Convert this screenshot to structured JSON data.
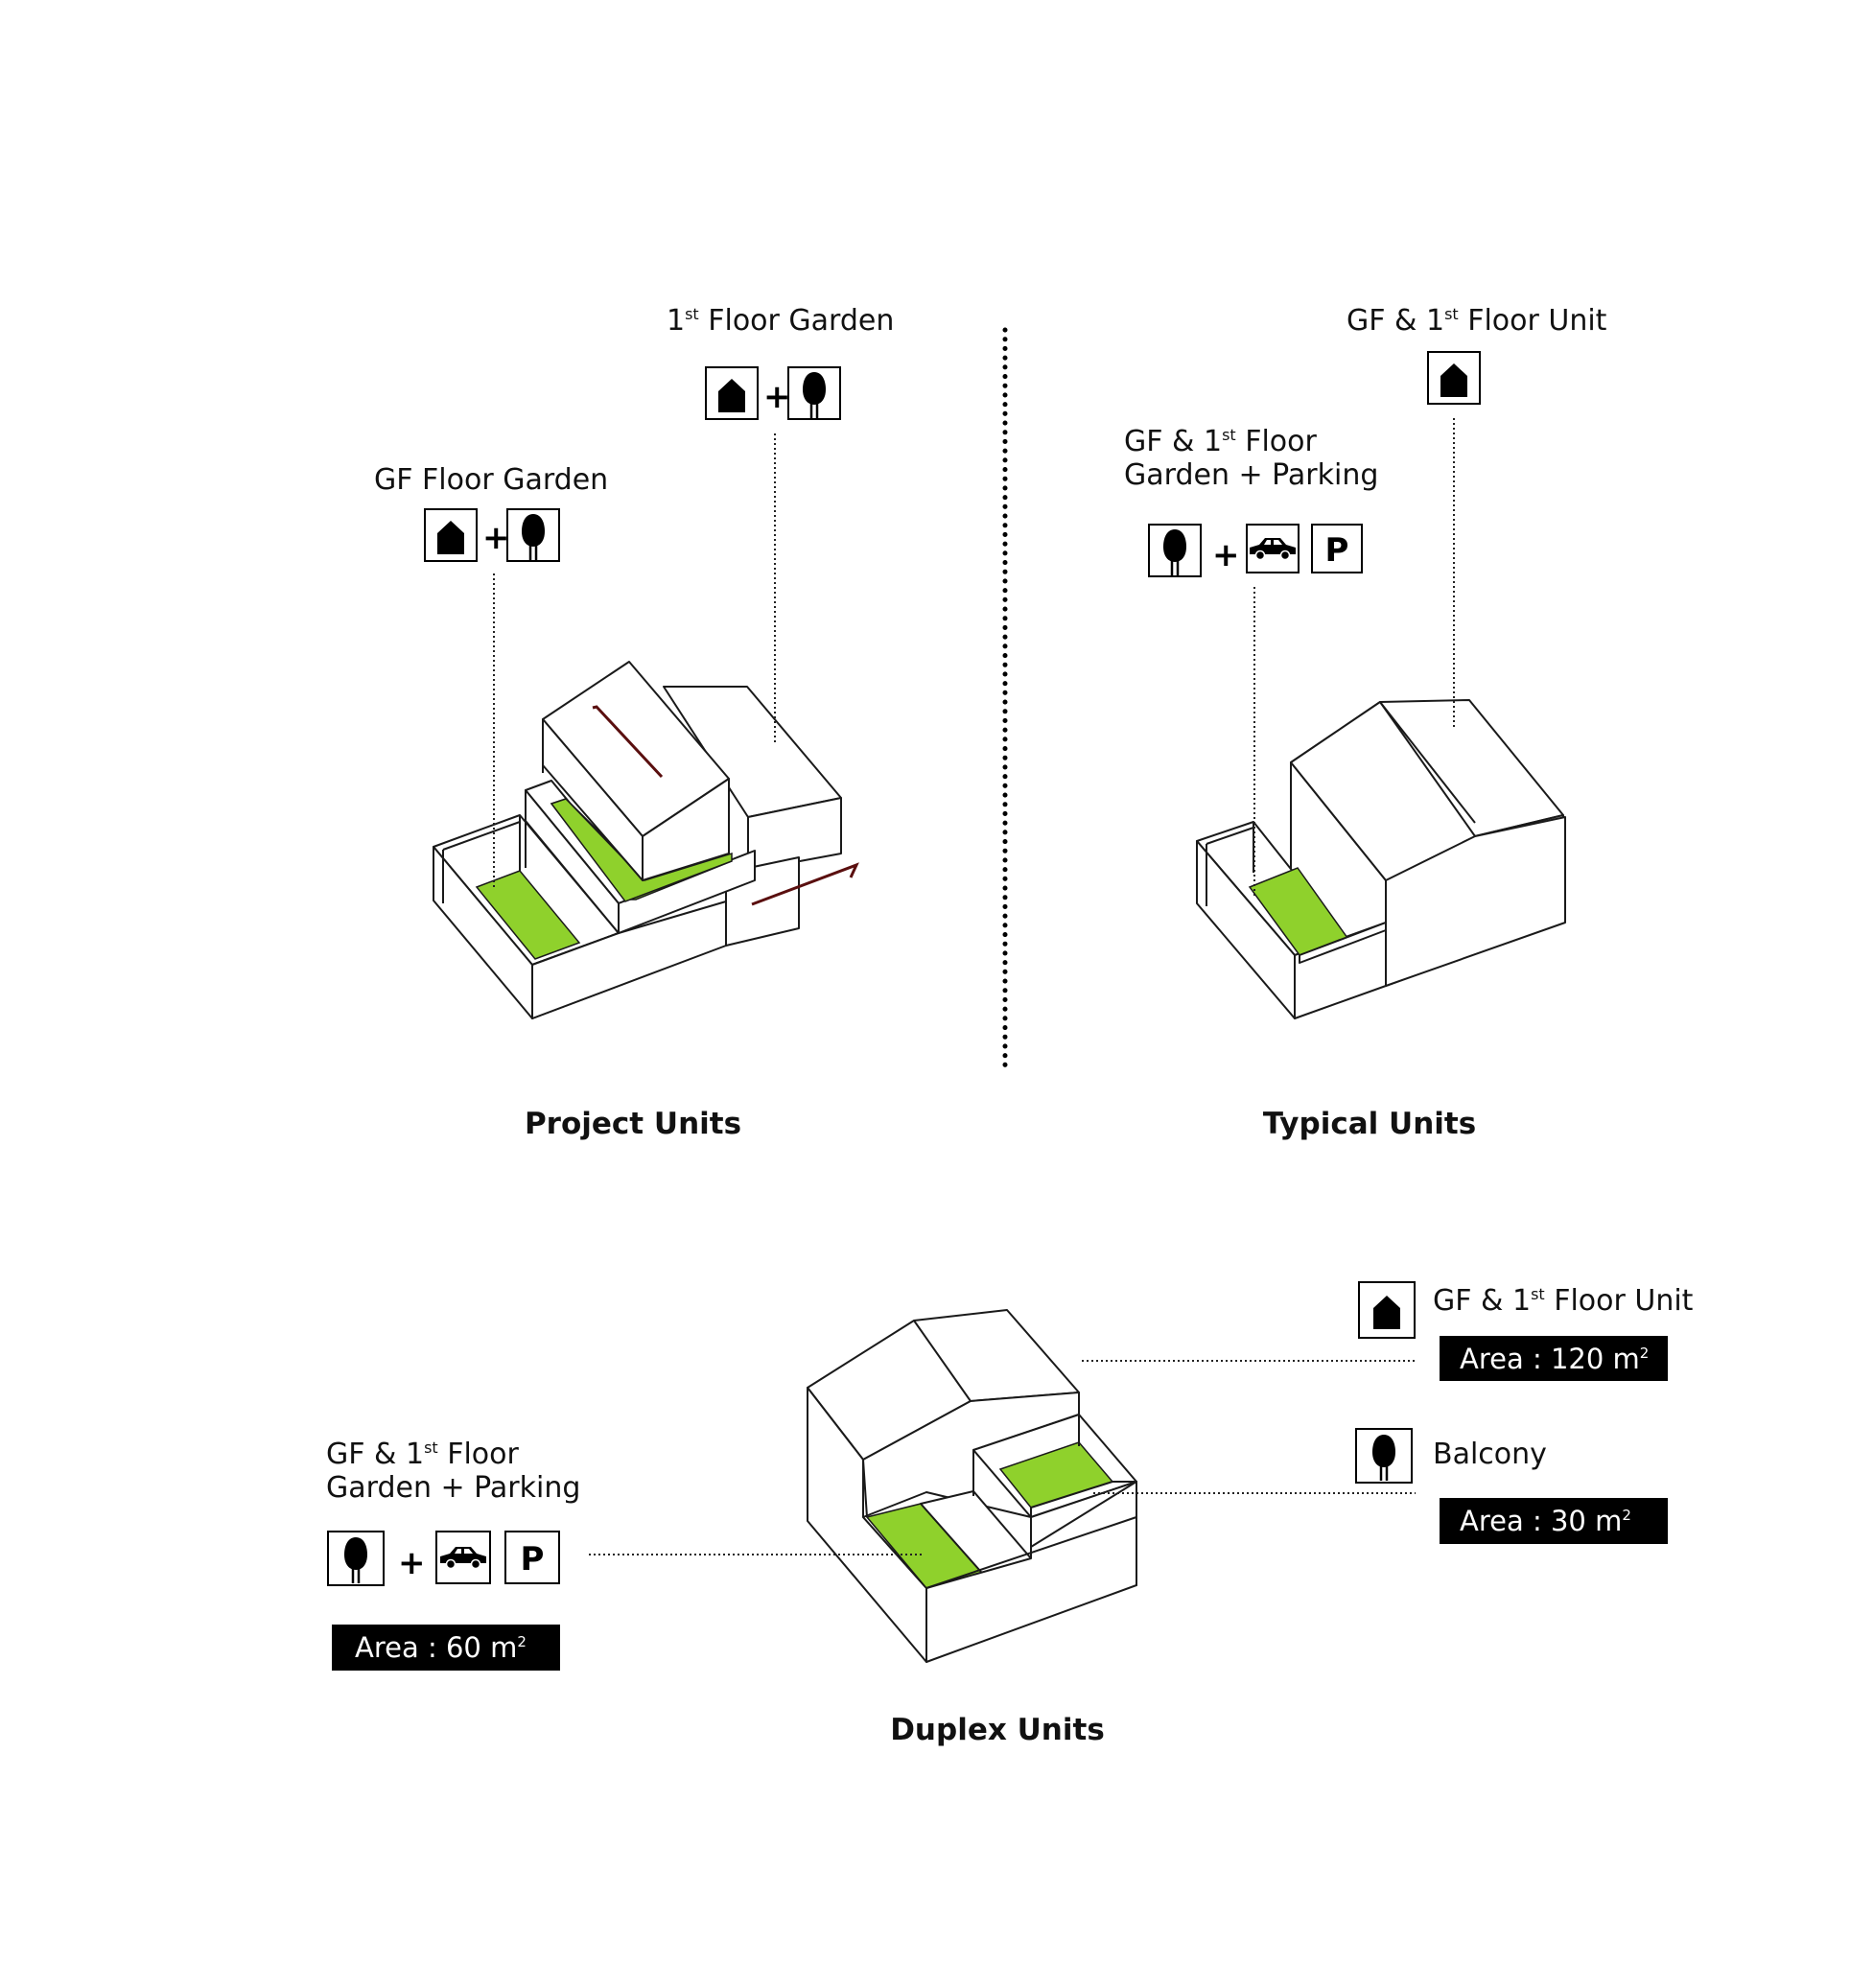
{
  "colors": {
    "garden": "#8fd12c",
    "ink": "#000000",
    "area_bg": "#000000",
    "arrow": "#5a0f0f"
  },
  "sections": {
    "project": {
      "title": "Project Units",
      "first_floor_garden": {
        "pre": "1",
        "sup": "st",
        "post": " Floor Garden",
        "icons": [
          "house-icon",
          "tree-icon"
        ]
      },
      "gf_floor_garden": {
        "text": "GF Floor Garden",
        "icons": [
          "house-icon",
          "tree-icon"
        ]
      }
    },
    "typical": {
      "title": "Typical Units",
      "unit": {
        "pre": "GF & 1",
        "sup": "st",
        "post": " Floor Unit",
        "icons": [
          "house-icon"
        ]
      },
      "garden_parking": {
        "line1_pre": "GF & 1",
        "line1_sup": "st",
        "line1_post": " Floor",
        "line2": "Garden + Parking",
        "icons": [
          "tree-icon",
          "car-icon",
          "parking-icon"
        ],
        "parking_letter": "P"
      }
    },
    "duplex": {
      "title": "Duplex Units",
      "unit": {
        "pre": "GF & 1",
        "sup": "st",
        "post": " Floor Unit",
        "area_text": "Area : 120 m",
        "area_sup": "2",
        "icons": [
          "house-icon"
        ]
      },
      "balcony": {
        "text": "Balcony",
        "area_text": "Area : 30 m",
        "area_sup": "2",
        "icons": [
          "tree-icon"
        ]
      },
      "garden_parking": {
        "line1_pre": "GF & 1",
        "line1_sup": "st",
        "line1_post": " Floor",
        "line2": "Garden + Parking",
        "area_text": "Area : 60 m",
        "area_sup": "2",
        "icons": [
          "tree-icon",
          "car-icon",
          "parking-icon"
        ],
        "parking_letter": "P"
      }
    },
    "plus_sign": "+"
  }
}
